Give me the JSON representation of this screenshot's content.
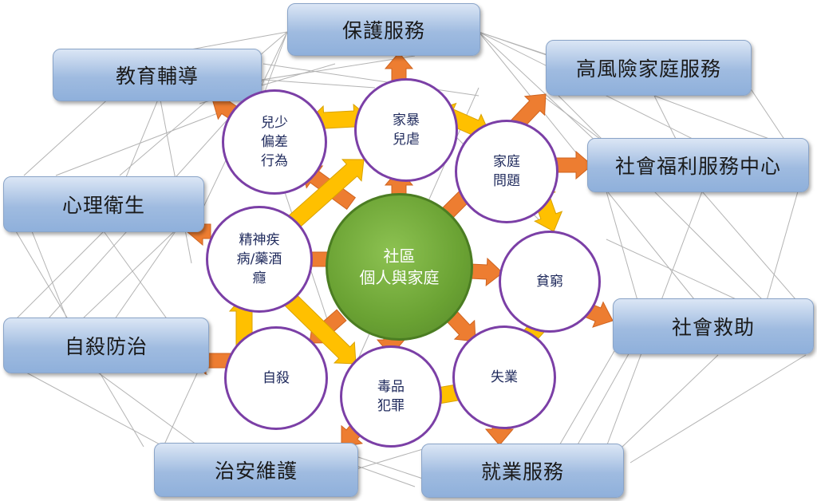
{
  "diagram": {
    "center": "社區\n個人與家庭",
    "issues": {
      "domestic_violence": "家暴\n兒虐",
      "youth_deviance": "兒少\n偏差\n行為",
      "family_problems": "家庭\n問題",
      "mental_illness": "精神疾\n病/藥酒\n癮",
      "poverty": "貧窮",
      "suicide": "自殺",
      "drug_crime": "毒品\n犯罪",
      "unemployment": "失業"
    },
    "services": {
      "protection": "保護服務",
      "education": "教育輔導",
      "high_risk_family": "高風險家庭服務",
      "welfare_center": "社會福利服務中心",
      "mental_health": "心理衛生",
      "social_assistance": "社會救助",
      "suicide_prevention": "自殺防治",
      "public_security": "治安維護",
      "employment": "就業服務"
    },
    "colors": {
      "service_box": "#9fbbe0",
      "issue_border": "#7b3fa6",
      "center_fill": "#6aa233",
      "arrow_orange": "#ed7d31",
      "arrow_yellow": "#ffc000",
      "network_line": "#9a9a9a"
    }
  }
}
